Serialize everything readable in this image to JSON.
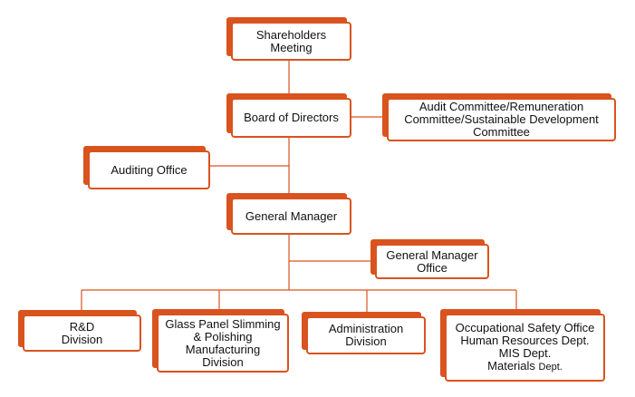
{
  "org_chart": {
    "nodes": {
      "shareholders": "Shareholders\nMeeting",
      "board": "Board of Directors",
      "committees": "Audit Committee/Remuneration\nCommittee/Sustainable Development\nCommittee",
      "auditing_office": "Auditing Office",
      "general_manager": "General Manager",
      "gm_office": "General Manager\nOffice",
      "rd": "R&D\nDivision",
      "glass": "Glass Panel Slimming\n& Polishing\nManufacturing\nDivision",
      "administration": "Administration\nDivision",
      "safety": {
        "line1": "Occupational Safety Office",
        "line2": "Human Resources Dept.",
        "line3": "MIS Dept.",
        "line4_main": "Materials",
        "line4_small": "Dept."
      }
    },
    "colors": {
      "accent": "#d9531e",
      "connector": "#d9531e",
      "box_fill": "#ffffff",
      "text": "#111111"
    }
  }
}
